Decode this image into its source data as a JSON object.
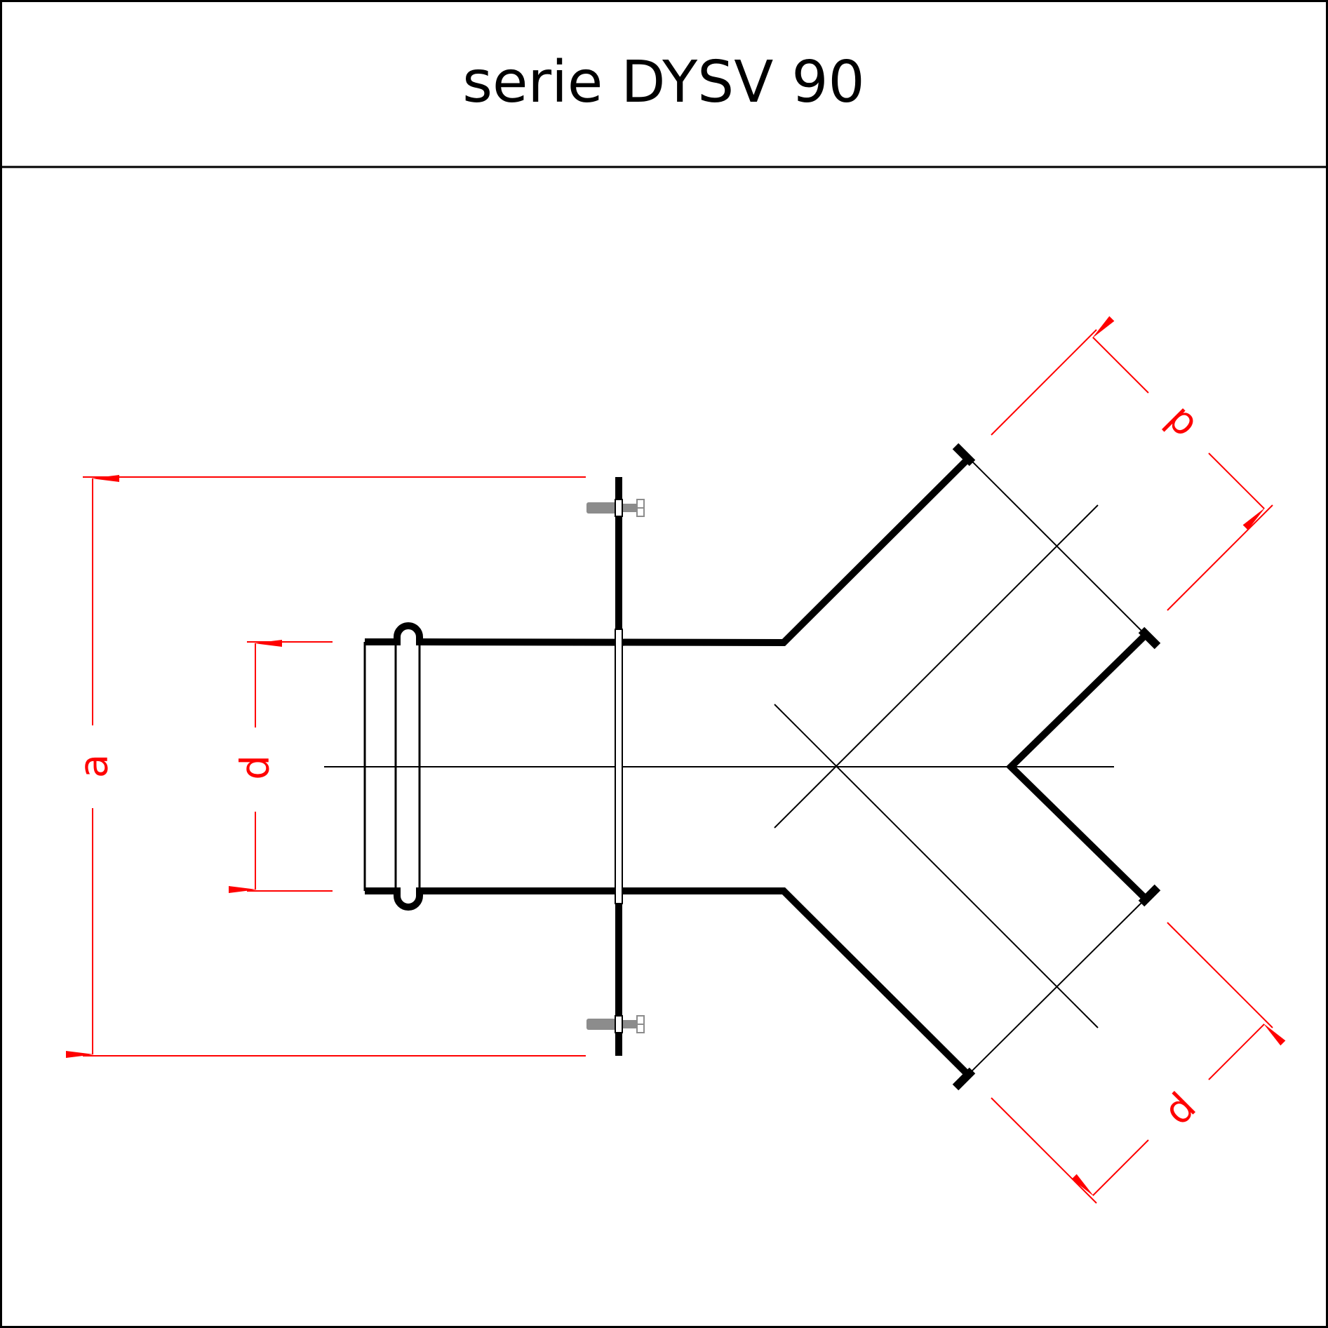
{
  "title": "serie DYSV 90",
  "dimensions": {
    "overall_height": "a",
    "inlet_diameter": "d",
    "upper_outlet_diameter": "d",
    "lower_outlet_diameter": "d"
  },
  "colors": {
    "frame": "#000000",
    "pipe": "#000000",
    "dimension": "#ff0000",
    "bolt": "#8c8c8c",
    "background": "#ffffff"
  }
}
